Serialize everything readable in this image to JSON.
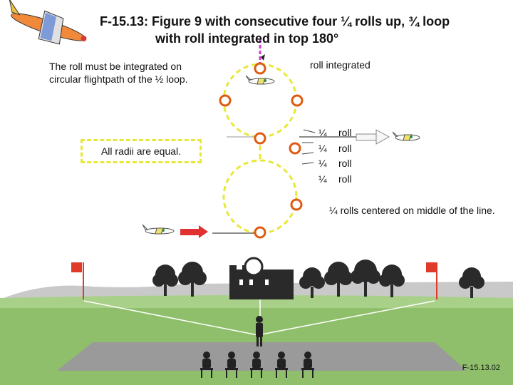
{
  "title": {
    "line1": "F-15.13: Figure 9 with consecutive four ¼ rolls up, ¾ loop",
    "line2": "with roll integrated in top 180°"
  },
  "notes": {
    "roll_on_loop": "The roll must be integrated on circular flightpath of the ½ loop.",
    "radii": "All radii are equal.",
    "roll_integrated": "roll integrated",
    "rolls_centered": "¼ rolls centered on middle of the line."
  },
  "quarter_rolls": [
    {
      "fraction": "¼",
      "label": "roll"
    },
    {
      "fraction": "¼",
      "label": "roll"
    },
    {
      "fraction": "¼",
      "label": "roll"
    },
    {
      "fraction": "¼",
      "label": "roll"
    }
  ],
  "figure_code": "F-15.13.02",
  "colors": {
    "loop_path": "#e8e83a",
    "entry_arrow": "#e03030",
    "marker_ring": "#e05a10",
    "plane_body": "#fbfbfb",
    "field_green": "#8fbf6a",
    "runway": "#9a9a9a",
    "flag": "#e03a2a",
    "tree": "#2a2a2a"
  },
  "icons": [
    "airplane-logo-icon",
    "airplane-icon",
    "pilot-icon",
    "judge-icon",
    "tree-icon",
    "flag-icon",
    "castle-icon"
  ]
}
